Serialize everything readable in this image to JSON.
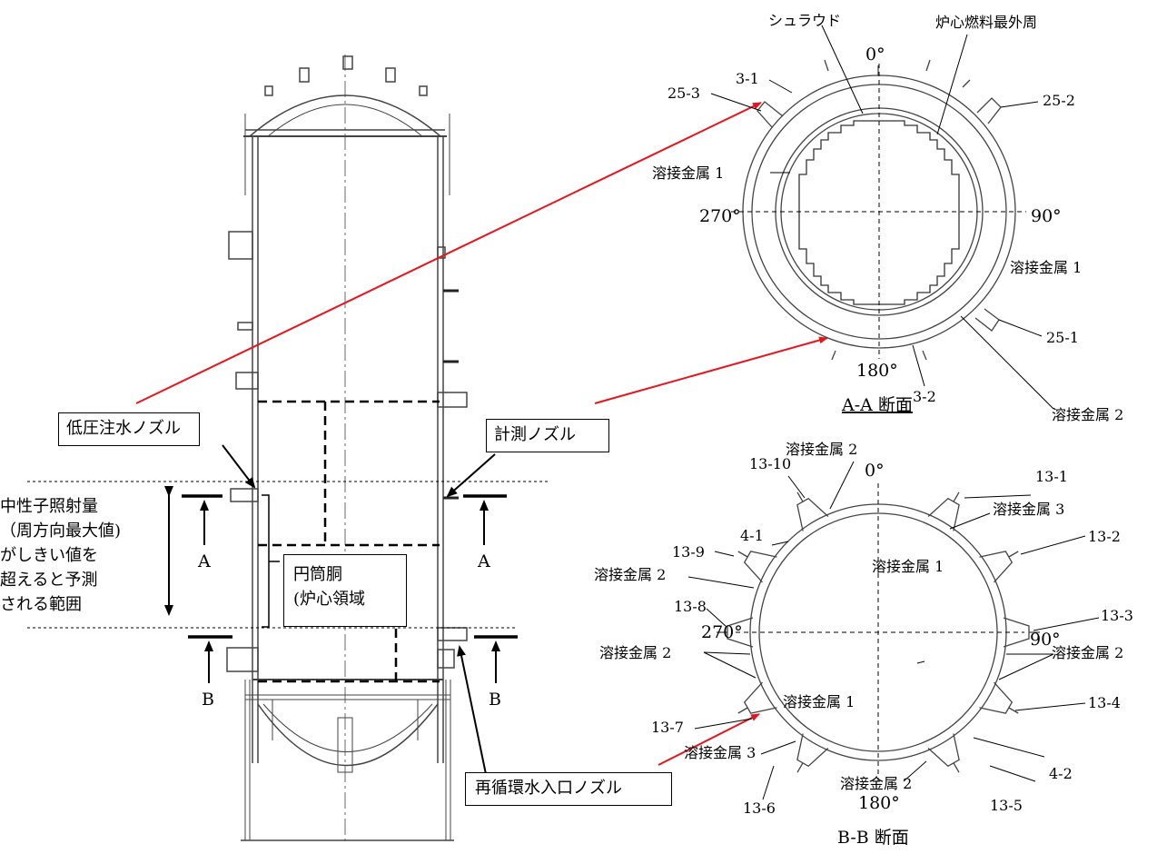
{
  "left": {
    "label_lp_nozzle": "低圧注水ノズル",
    "label_inst_nozzle": "計測ノズル",
    "label_recirc_nozzle": "再循環水入口ノズル",
    "label_shell": "円筒胴\n(炉心領域",
    "region_text": "中性子照射量\n（周方向最大値)\nがしきい値を\n超えると予測\nされる範囲",
    "section_a": "A",
    "section_b": "B"
  },
  "section_aa": {
    "title": "A-A 断面",
    "shroud": "シュラウド",
    "core_outer": "炉心燃料最外周",
    "deg0": "0°",
    "deg90": "90°",
    "deg180": "180°",
    "deg270": "270°",
    "n25_3": "25-3",
    "n3_1": "3-1",
    "n25_2": "25-2",
    "n25_1": "25-1",
    "n3_2": "3-2",
    "weld1_left": "溶接金属 1",
    "weld1_right": "溶接金属 1",
    "weld2": "溶接金属 2"
  },
  "section_bb": {
    "title": "B-B 断面",
    "deg0": "0°",
    "deg90": "90°",
    "deg180": "180°",
    "deg270": "270°",
    "n13_10": "13-10",
    "n13_1": "13-1",
    "n13_9": "13-9",
    "n13_2": "13-2",
    "n13_8": "13-8",
    "n13_3": "13-3",
    "n13_7": "13-7",
    "n13_4": "13-4",
    "n13_6": "13-6",
    "n13_5": "13-5",
    "n4_1": "4-1",
    "n4_2": "4-2",
    "weld2_top": "溶接金属 2",
    "weld3_tr": "溶接金属 3",
    "weld1_tr": "溶接金属 1",
    "weld2_l1": "溶接金属 2",
    "weld2_l2": "溶接金属 2",
    "weld2_r": "溶接金属 2",
    "weld1_bl": "溶接金属 1",
    "weld3_bl": "溶接金属 3",
    "weld2_bot": "溶接金属 2"
  },
  "colors": {
    "arrow": "#e8141c",
    "line": "#000000",
    "drawing": "#444444"
  }
}
